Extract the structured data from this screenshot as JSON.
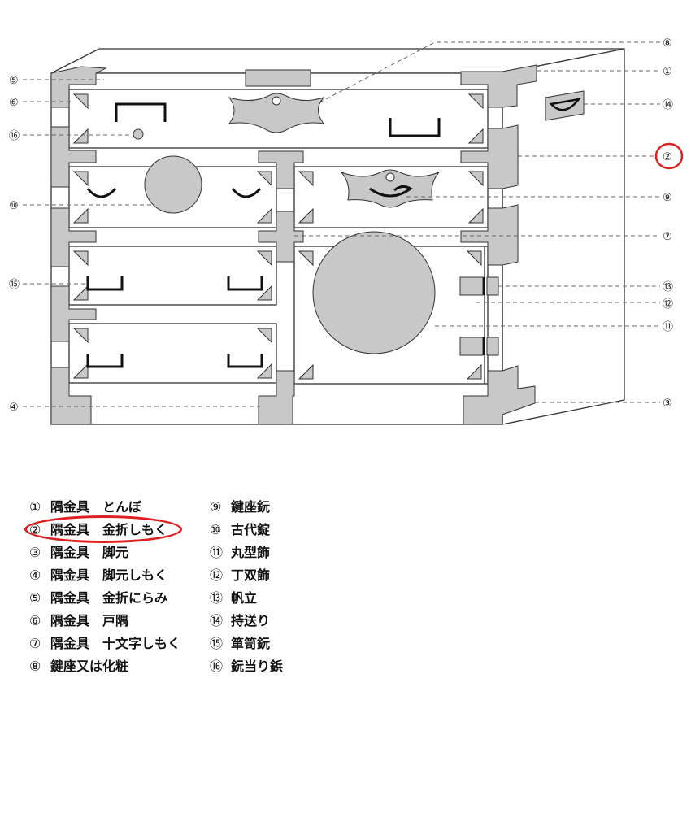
{
  "callouts": {
    "c1": "①",
    "c2": "②",
    "c3": "③",
    "c4": "④",
    "c5": "⑤",
    "c6": "⑥",
    "c7": "⑦",
    "c8": "⑧",
    "c9": "⑨",
    "c10": "⑩",
    "c11": "⑪",
    "c12": "⑫",
    "c13": "⑬",
    "c14": "⑭",
    "c15": "⑮",
    "c16": "⑯"
  },
  "legend": [
    {
      "num": "①",
      "text": "隅金具　とんぼ"
    },
    {
      "num": "②",
      "text": "隅金具　金折しもく"
    },
    {
      "num": "③",
      "text": "隅金具　脚元"
    },
    {
      "num": "④",
      "text": "隅金具　脚元しもく"
    },
    {
      "num": "⑤",
      "text": "隅金具　金折にらみ"
    },
    {
      "num": "⑥",
      "text": "隅金具　戸隅"
    },
    {
      "num": "⑦",
      "text": "隅金具　十文字しもく"
    },
    {
      "num": "⑧",
      "text": "鍵座又は化粧"
    },
    {
      "num": "⑨",
      "text": "鍵座鈨"
    },
    {
      "num": "⑩",
      "text": "古代錠"
    },
    {
      "num": "⑪",
      "text": "丸型飾"
    },
    {
      "num": "⑫",
      "text": "丁双飾"
    },
    {
      "num": "⑬",
      "text": "帆立"
    },
    {
      "num": "⑭",
      "text": "持送り"
    },
    {
      "num": "⑮",
      "text": "箪笥鈨"
    },
    {
      "num": "⑯",
      "text": "鈨当り鋲"
    }
  ],
  "colors": {
    "metal": "#c8c8c8",
    "line": "#333333",
    "highlight": "#e02020"
  }
}
